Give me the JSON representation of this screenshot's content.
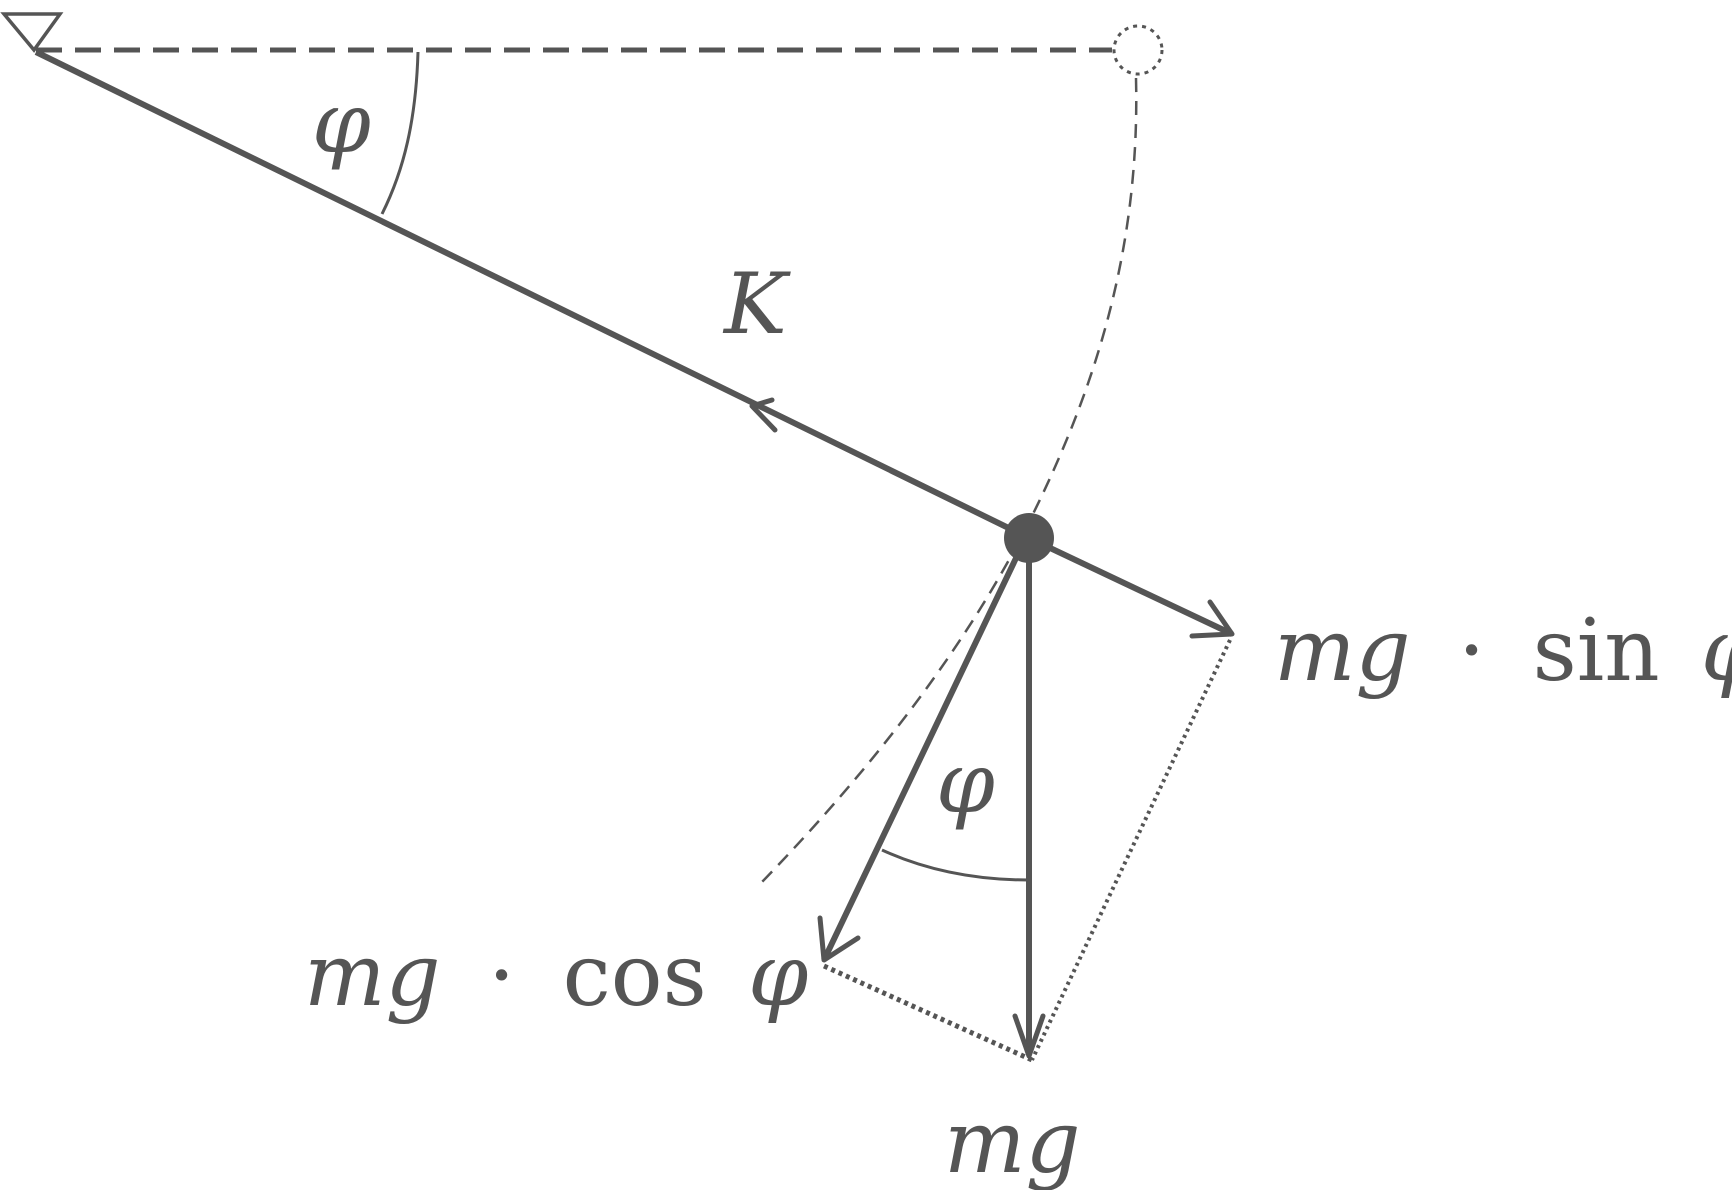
{
  "colors": {
    "ink": "#555555",
    "background": "#ffffff"
  },
  "labels": {
    "angle_top": "φ",
    "string_force": "K",
    "angle_bottom": "φ",
    "sin_component": {
      "mg": "mg",
      "dot": "·",
      "func": "sin",
      "phi": "φ"
    },
    "cos_component": {
      "mg": "mg",
      "dot": "·",
      "func": "cos",
      "phi": "φ"
    },
    "weight": "mg"
  },
  "icons": {
    "pivot": "downward-triangle-pivot-icon",
    "rest_position": "dotted-circle-rest-position-icon",
    "bob": "filled-circle-bob-icon"
  }
}
